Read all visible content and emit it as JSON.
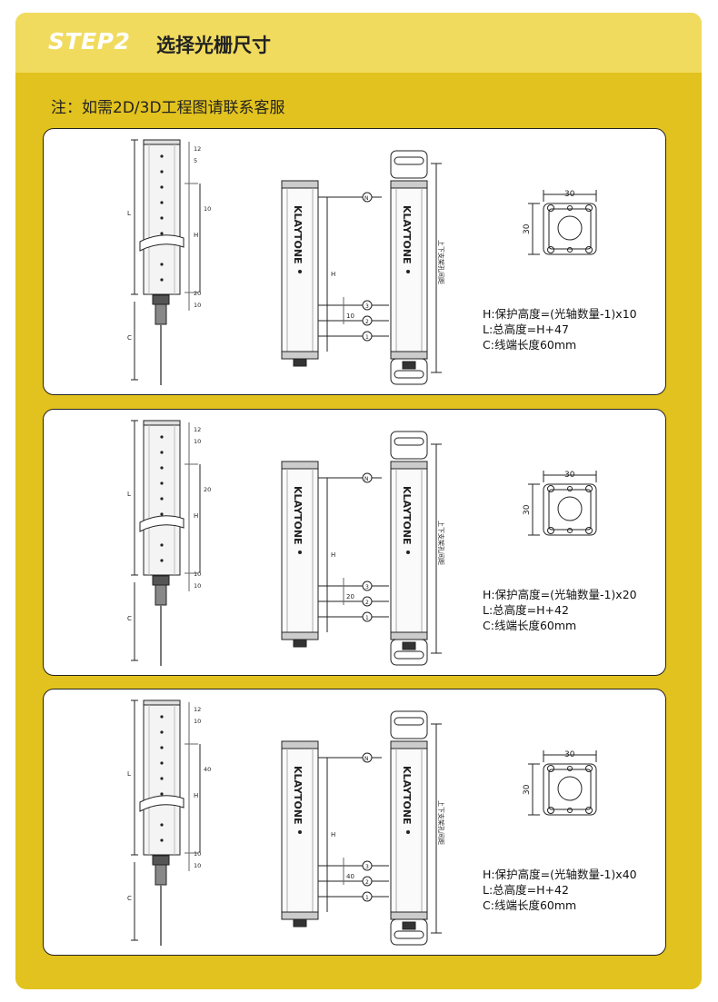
{
  "header": {
    "step": "STEP2",
    "title": "选择光栅尺寸"
  },
  "note": "注：如需2D/3D工程图请联系客服",
  "cards": [
    {
      "pitch": "10",
      "spec_h": "H:保护高度=(光轴数量-1)x10",
      "spec_l": "L:总高度=H+47",
      "spec_c": "C:线端长度60mm",
      "side_dims": [
        "12",
        "5",
        "10",
        "20",
        "10"
      ]
    },
    {
      "pitch": "20",
      "spec_h": "H:保护高度=(光轴数量-1)x20",
      "spec_l": "L:总高度=H+42",
      "spec_c": "C:线端长度60mm",
      "side_dims": [
        "12",
        "10",
        "20",
        "10",
        "10"
      ]
    },
    {
      "pitch": "40",
      "spec_h": "H:保护高度=(光轴数量-1)x40",
      "spec_l": "L:总高度=H+42",
      "spec_c": "C:线端长度60mm",
      "side_dims": [
        "12",
        "10",
        "40",
        "10",
        "10"
      ]
    }
  ],
  "drawing_labels": {
    "brand": "KLAYTONE",
    "l": "L",
    "h": "H",
    "c": "C",
    "n": "N",
    "beam1": "1",
    "beam2": "2",
    "beam3": "3",
    "bracket_span": "上下支架孔间距",
    "bracket_w": "30",
    "bracket_h": "30"
  }
}
